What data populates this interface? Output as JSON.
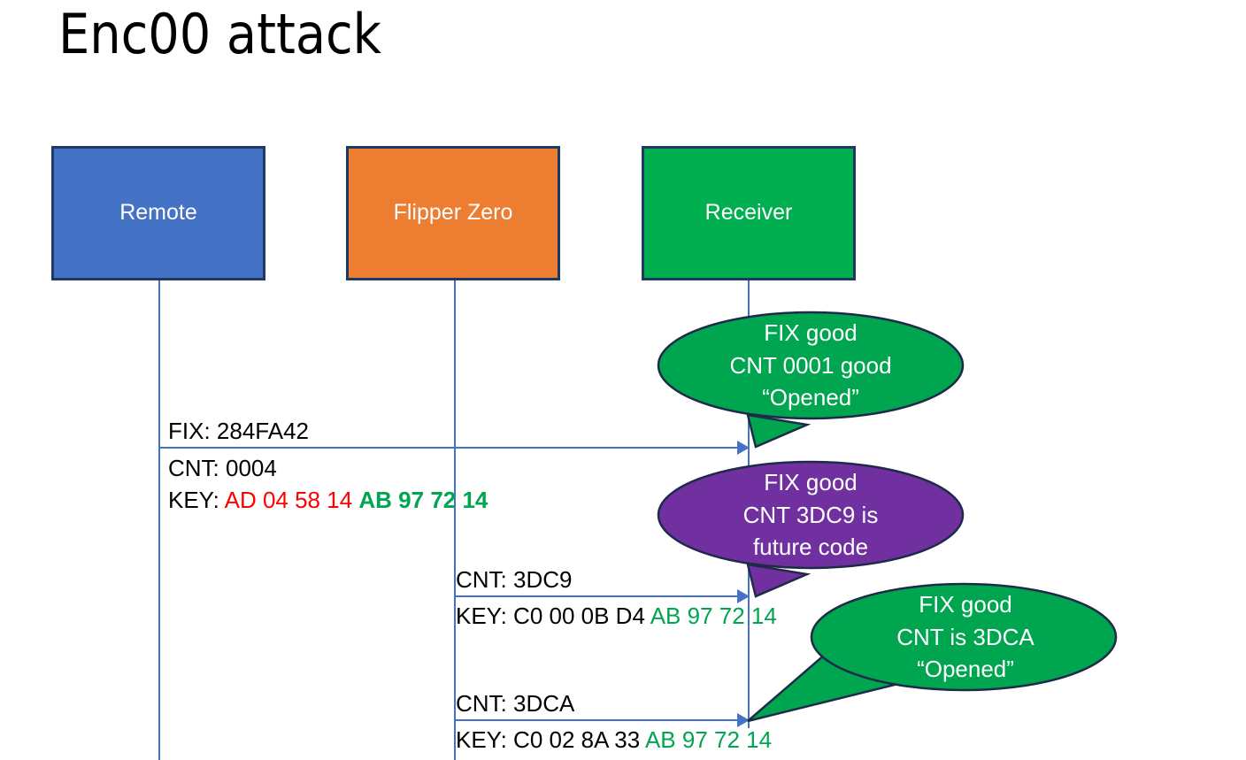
{
  "slide": {
    "title": "Enc00 attack",
    "background": "#FFFFFF"
  },
  "colors": {
    "remote_blue": "#4472C4",
    "flipper_orange": "#ED7D31",
    "receiver_green": "#00B050",
    "bubble_green": "#00A550",
    "bubble_purple": "#7030A0",
    "box_border": "#1F3864",
    "line_blue": "#4472C4",
    "hex_red": "#FF0000",
    "hex_green": "#00A550",
    "text_black": "#000000",
    "text_white": "#FFFFFF"
  },
  "actors": [
    {
      "id": "remote",
      "label": "Remote",
      "fill": "#4472C4"
    },
    {
      "id": "flipper",
      "label": "Flipper Zero",
      "fill": "#ED7D31"
    },
    {
      "id": "receiver",
      "label": "Receiver",
      "fill": "#00B050"
    }
  ],
  "messages": [
    {
      "id": "msg-1",
      "from": "remote",
      "to": "receiver",
      "lines": [
        {
          "id": "fix",
          "label": "FIX: 284FA42"
        },
        {
          "id": "cnt",
          "label": "CNT: 0004"
        }
      ],
      "key": {
        "prefix": "KEY: ",
        "encrypted": "AD 04 58 14",
        "serial": "AB 97 72 14",
        "encrypted_color": "#FF0000",
        "serial_color": "#00A550",
        "serial_bold": true
      }
    },
    {
      "id": "msg-2",
      "from": "flipper",
      "to": "receiver",
      "lines": [
        {
          "id": "cnt",
          "label": "CNT: 3DC9"
        }
      ],
      "key": {
        "prefix": "KEY: C0 00 0B D4 ",
        "encrypted": "",
        "serial": "AB 97 72 14",
        "encrypted_color": "#000000",
        "serial_color": "#00A550",
        "serial_bold": false
      }
    },
    {
      "id": "msg-3",
      "from": "flipper",
      "to": "receiver",
      "lines": [
        {
          "id": "cnt",
          "label": "CNT: 3DCA"
        }
      ],
      "key": {
        "prefix": "KEY: C0 02 8A 33 ",
        "encrypted": "",
        "serial": "AB 97 72 14",
        "encrypted_color": "#000000",
        "serial_color": "#00A550",
        "serial_bold": false
      }
    }
  ],
  "callouts": [
    {
      "id": "callout-1",
      "fill": "#00A550",
      "line1": "FIX good",
      "line2": "CNT 0001 good",
      "line3": "“Opened”"
    },
    {
      "id": "callout-2",
      "fill": "#7030A0",
      "line1": "FIX good",
      "line2": "CNT 3DC9 is",
      "line3": "future code"
    },
    {
      "id": "callout-3",
      "fill": "#00A550",
      "line1": "FIX good",
      "line2": "CNT is 3DCA",
      "line3": "“Opened”"
    }
  ]
}
